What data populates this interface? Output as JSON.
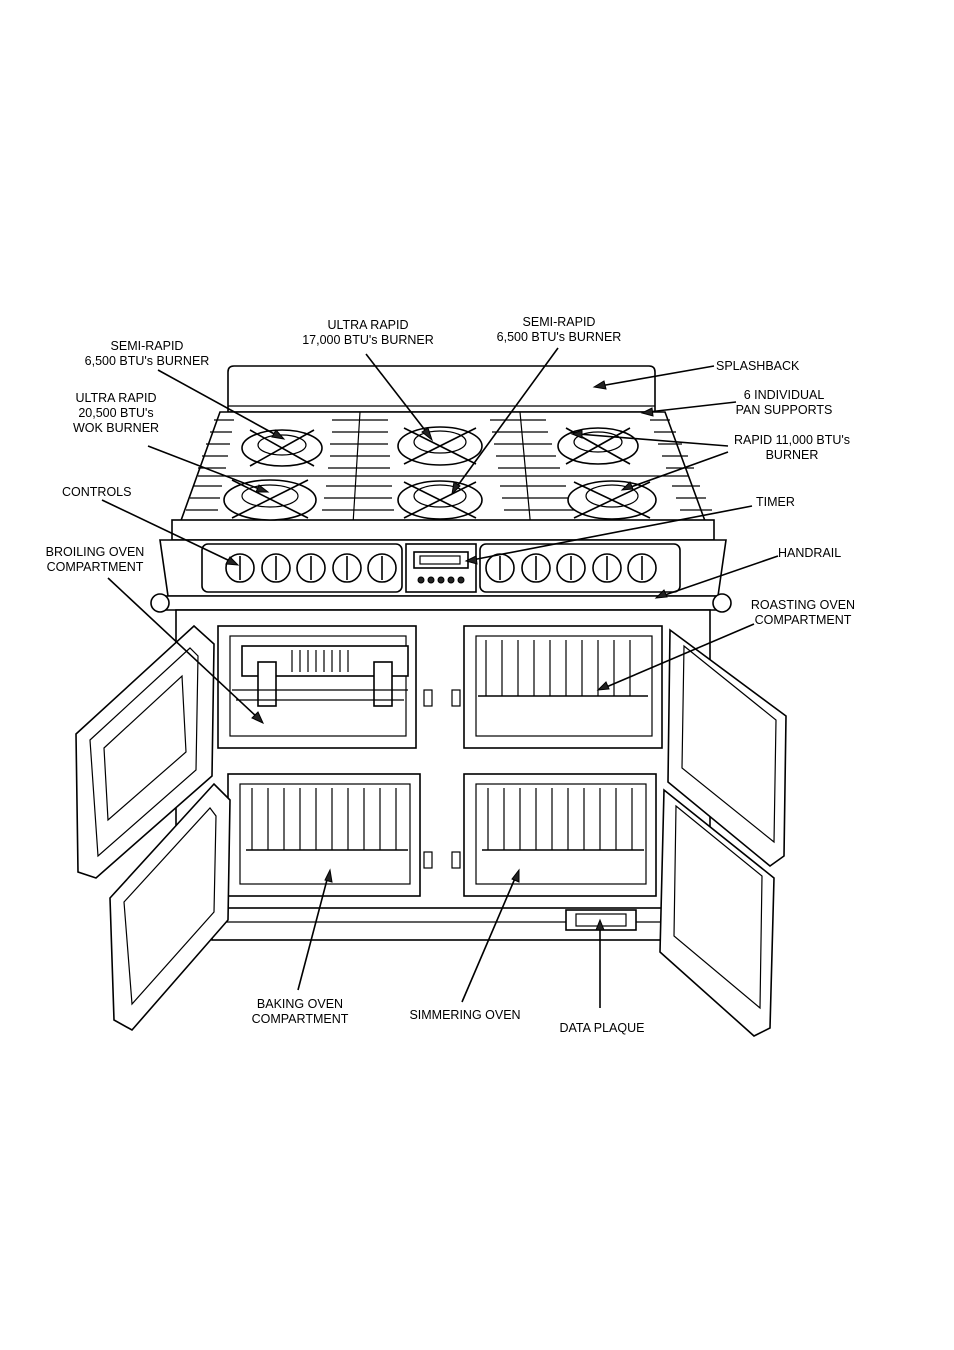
{
  "labels": {
    "semi_rapid_left": [
      "SEMI-RAPID",
      "6,500 BTU's BURNER"
    ],
    "ultra_rapid_17000": [
      "ULTRA RAPID",
      "17,000 BTU's BURNER"
    ],
    "semi_rapid_right": [
      "SEMI-RAPID",
      "6,500 BTU's BURNER"
    ],
    "splashback": [
      "SPLASHBACK"
    ],
    "pan_supports": [
      "6 INDIVIDUAL",
      "PAN SUPPORTS"
    ],
    "wok_burner": [
      "ULTRA RAPID",
      "20,500 BTU's",
      "WOK BURNER"
    ],
    "rapid_burner": [
      "RAPID 11,000 BTU's",
      "BURNER"
    ],
    "controls": [
      "CONTROLS"
    ],
    "timer": [
      "TIMER"
    ],
    "broiling_oven": [
      "BROILING OVEN",
      "COMPARTMENT"
    ],
    "handrail": [
      "HANDRAIL"
    ],
    "roasting_oven": [
      "ROASTING OVEN",
      "COMPARTMENT"
    ],
    "baking_oven": [
      "BAKING OVEN",
      "COMPARTMENT"
    ],
    "simmering_oven": [
      "SIMMERING OVEN"
    ],
    "data_plaque": [
      "DATA PLAQUE"
    ]
  }
}
